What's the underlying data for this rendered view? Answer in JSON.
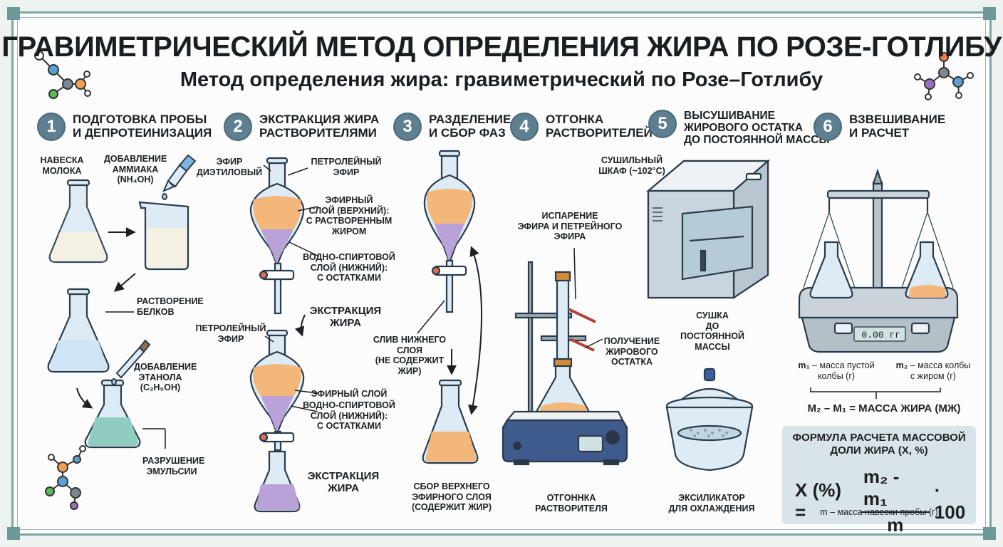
{
  "title": "ГРАВИМЕТРИЧЕСКИЙ МЕТОД ОПРЕДЕЛЕНИЯ ЖИРА ПО РОЗЕ-ГОТЛИБУ",
  "subtitle": "Метод определения жира: гравиметрический по Розе–Готлибу",
  "colors": {
    "badge": "#5e7f90",
    "milk": "#f4f0e2",
    "ether_layer": "#f3b77a",
    "aqueous_layer": "#b9a2d8",
    "green_solution": "#8ecdbf",
    "glass": "#dcebf5",
    "hotplate": "#3f5a8c",
    "frame": "#7fa6a6"
  },
  "steps": [
    {
      "number": "1",
      "title": "ПОДГОТОВКА ПРОБЫ\nИ ДЕПРОТЕИНИЗАЦИЯ"
    },
    {
      "number": "2",
      "title": "ЭКСТРАКЦИЯ ЖИРА\nРАСТВОРИТЕЛЯМИ"
    },
    {
      "number": "3",
      "title": "РАЗДЕЛЕНИЕ\nИ СБОР ФАЗ"
    },
    {
      "number": "4",
      "title": "ОТГОНКА\nРАСТВОРИТЕЛЕЙ"
    },
    {
      "number": "5",
      "title": "ВЫСУШИВАНИЕ\nЖИРОВОГО ОСТАТКА\nДО ПОСТОЯННОЙ МАССЫ"
    },
    {
      "number": "6",
      "title": "ВЗВЕШИВАНИЕ\nИ РАСЧЕТ"
    }
  ],
  "step1": {
    "milk_sample": "НАВЕСКА\nМОЛОКА",
    "ammonia": "ДОБАВЛЕНИЕ\nАММИАКА\n(NH₄OH)",
    "protein_dissolve": "РАСТВОРЕНИЕ\nБЕЛКОВ",
    "ethanol": "ДОБАВЛЕНИЕ\nЭТАНОЛА\n(C₂H₅OH)",
    "emulsion": "РАЗРУШЕНИЕ\nЭМУЛЬСИИ"
  },
  "step2": {
    "diethyl_ether": "ЭФИР\nДИЭТИЛОВЫЙ",
    "petroleum_ether_1": "ПЕТРОЛЕЙНЫЙ\nЭФИР",
    "ether_layer_1": "ЭФИРНЫЙ\nСЛОЙ (ВЕРХНИЙ):\nС РАСТВОРЕННЫМ\nЖИРОМ",
    "aqueous_layer_1": "ВОДНО-СПИРТОВОЙ\nСЛОЙ (НИЖНИЙ):\nС ОСТАТКАМИ",
    "extraction_1": "ЭКСТРАКЦИЯ\nЖИРА",
    "petroleum_ether_2": "ПЕТРОЛЕЙНЫЙ\nЭФИР",
    "ether_layer_2": "ЭФИРНЫЙ СЛОЙ",
    "aqueous_layer_2": "ВОДНО-СПИРТОВОЙ\nСЛОЙ (НИЖНИЙ):\nС ОСТАТКАМИ",
    "extraction_2": "ЭКСТРАКЦИЯ\nЖИРА"
  },
  "step3": {
    "drain": "СЛИВ НИЖНЕГО\nСЛОЯ\n(НЕ СОДЕРЖИТ\nЖИР)",
    "collect": "СБОР ВЕРХНЕГО\nЭФИРНОГО СЛОЯ\n(СОДЕРЖИТ ЖИР)"
  },
  "step4": {
    "evaporation": "ИСПАРЕНИЕ\nЭФИРА И ПЕТРЕЙНОГО\nЭФИРА",
    "residue": "ПОЛУЧЕНИЕ\nЖИРОВОГО\nОСТАТКА",
    "apparatus": "ОТГОННКА\nРАСТВОРИТЕЛЯ"
  },
  "step5": {
    "oven": "СУШИЛЬНЫЙ\nШКАФ (~102°C)",
    "drying": "СУШКА\nДО ПОСТОЯННОЙ\nМАССЫ",
    "desiccator": "ЭКСИЛИКАТОР\nДЛЯ ОХЛАЖДЕНИЯ"
  },
  "step6": {
    "display": "0.00 гг",
    "m1_symbol": "m₁",
    "m1_label": "– масса пустой\nколбы (г)",
    "m2_symbol": "m₂",
    "m2_label": "– масса колбы\nс жиром (г)",
    "mass_equation": "m₂ – m₁ = МАССА ЖИРА (mж)",
    "formula_title": "ФОРМУЛА РАСЧЕТА МАССОВОЙ\nДОЛИ ЖИРА (X, %)",
    "formula_lhs": "X (%) =",
    "formula_num": "m₂ - m₁",
    "formula_den": "m",
    "formula_rhs": "· 100",
    "formula_note": "m – масса навески пробы (г)"
  }
}
